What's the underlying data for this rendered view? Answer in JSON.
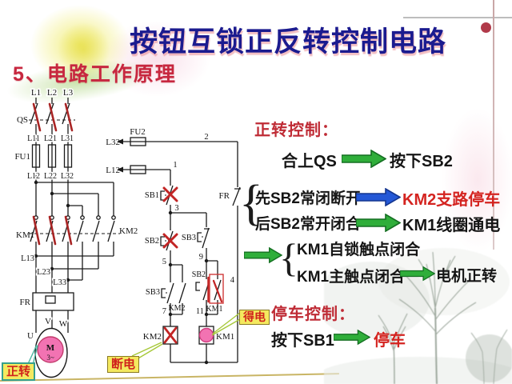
{
  "slide": {
    "title": "按钮互锁正反转控制电路",
    "subtitle": "5、电路工作原理"
  },
  "circuit": {
    "phases": [
      "L1",
      "L2",
      "L3"
    ],
    "qs": "QS",
    "fu1": "FU1",
    "row1": [
      "L11",
      "L21",
      "L31"
    ],
    "row2": [
      "L12",
      "L22",
      "L32"
    ],
    "km1": "KM1",
    "km2": "KM2",
    "l13": "L13",
    "l23": "L23",
    "l33": "L33",
    "fr": "FR",
    "u": "U",
    "v": "V",
    "w": "W",
    "motor_m": "M",
    "motor_3": "3~"
  },
  "control": {
    "fu2": "FU2",
    "l32": "L32",
    "l12": "L12",
    "fr": "FR",
    "sb1": "SB1",
    "sb2_nc": "SB2",
    "sb3_no": "SB3",
    "km2_aux": "KM2",
    "km2_coil": "KM2",
    "sb3_nc": "SB3",
    "sb2_no": "SB2",
    "km1_aux": "KM1",
    "km1_coil": "KM1",
    "n1": "1",
    "n2": "2",
    "n3": "3",
    "n4": "4",
    "n5": "5",
    "n7": "7",
    "n9": "9",
    "n11": "11"
  },
  "callouts": {
    "forward": "正转",
    "energized": "得电",
    "deenergized": "断电"
  },
  "explain": {
    "forward_heading": "正转控制：",
    "close_qs": "合上QS",
    "press_sb2": "按下SB2",
    "nc_open": "先SB2常闭断开",
    "km2_stop": "KM2支路停车",
    "no_close": "后SB2常开闭合",
    "km1_energize": "KM1线圈通电",
    "selflock_close": "KM1自锁触点闭合",
    "main_close": "KM1主触点闭合",
    "motor_forward": "电机正转",
    "stop_heading": "停车控制：",
    "press_sb1": "按下SB1",
    "stop": "停车",
    "brace": "{"
  },
  "colors": {
    "title_navy": "#1b1b8f",
    "heading_red": "#bf2b35",
    "bright_red": "#d42420",
    "arrow_green": "#2fae3a",
    "arrow_blue": "#2458d6",
    "callout_yellow": "#f4e95f",
    "mark_red": "#b02020",
    "motor_pink": "#f273b2"
  }
}
